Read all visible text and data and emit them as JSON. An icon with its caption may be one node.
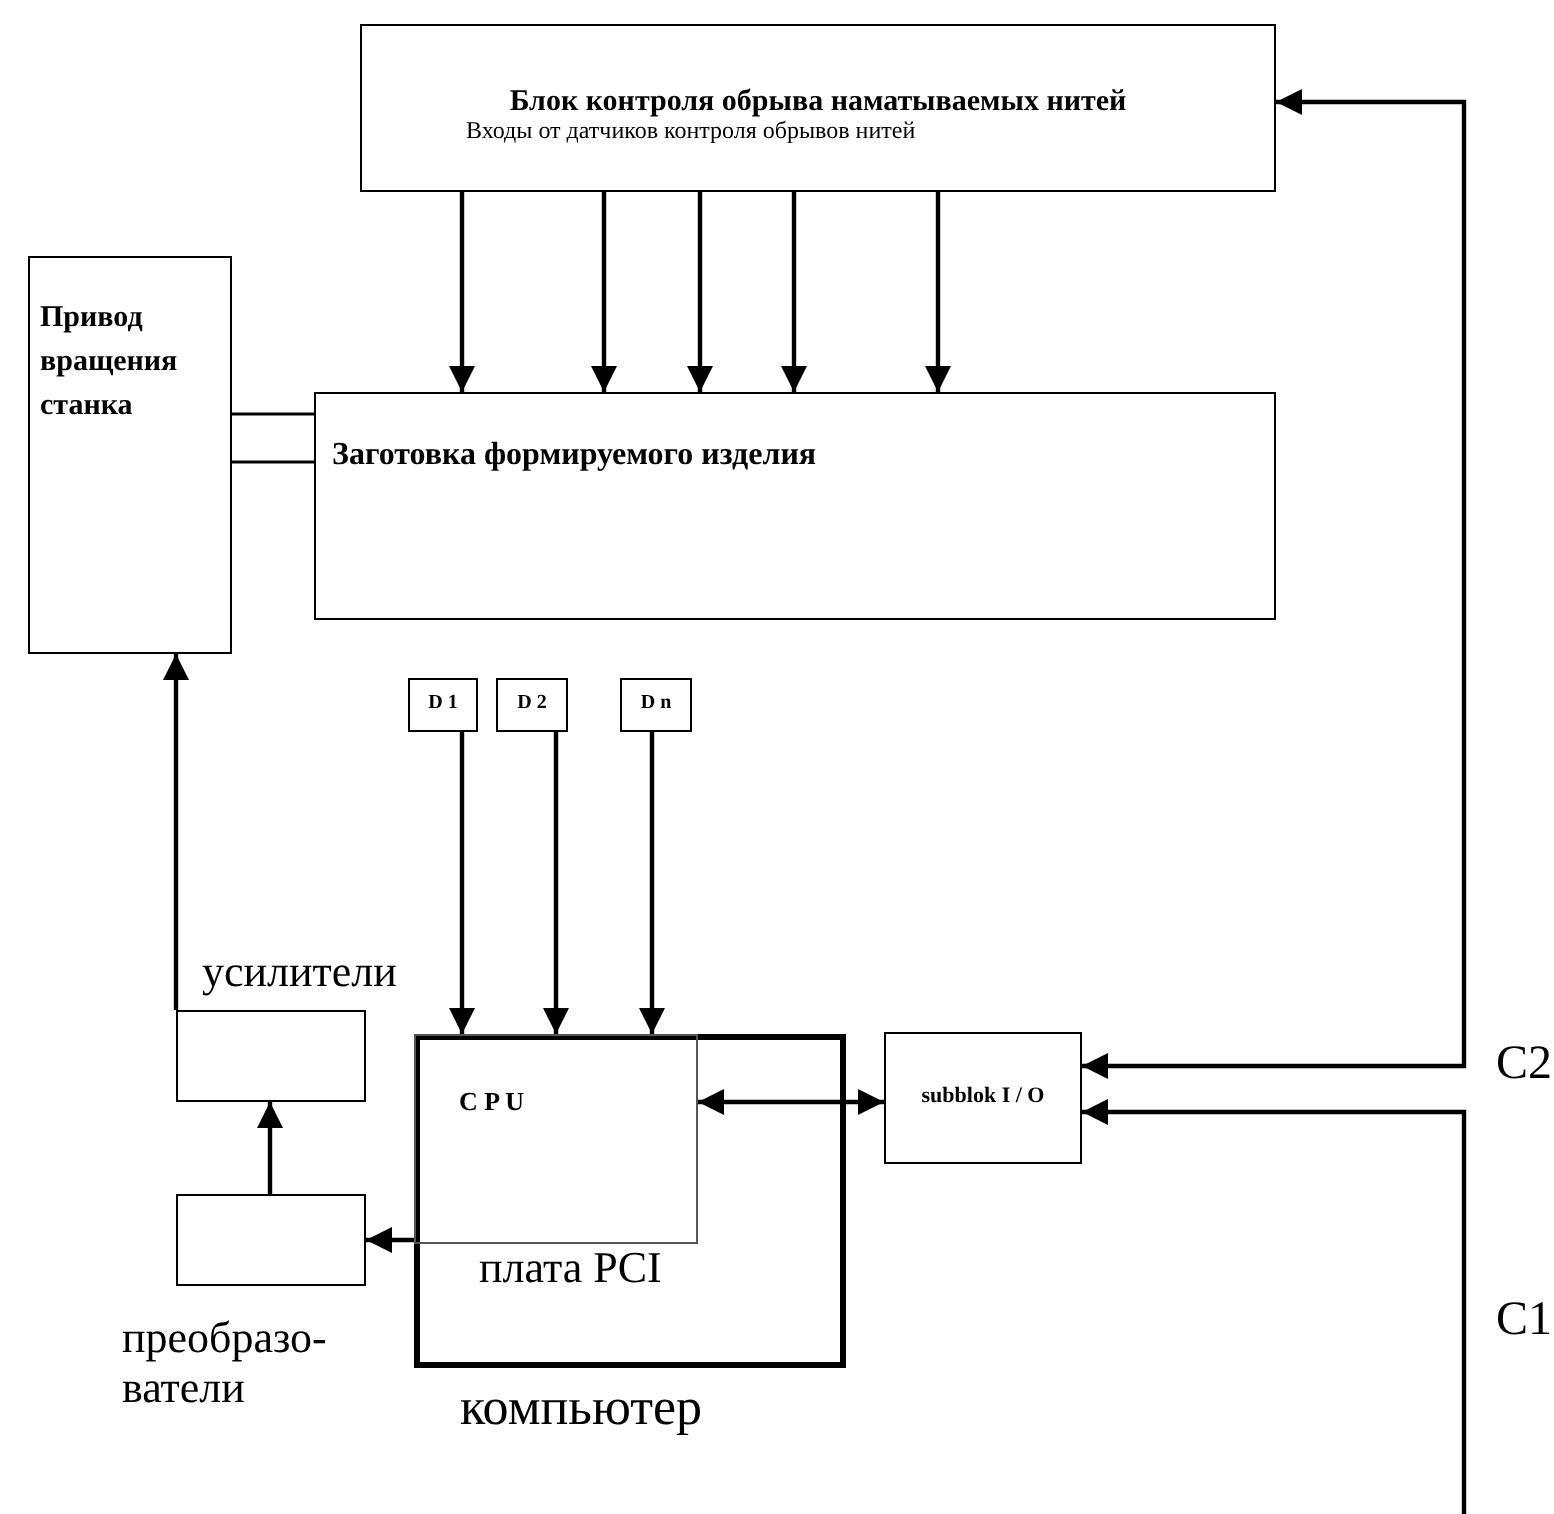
{
  "diagram": {
    "nodes": [
      {
        "text": [
          "Блок контроля обрыва наматываемых нитей",
          "Входы от датчиков контроля обрывов нитей"
        ]
      },
      {
        "text": [
          "Привод вращения станка"
        ]
      },
      {
        "text": [
          "Заготовка формируемого изделия"
        ]
      },
      {
        "text": [
          "D 1"
        ]
      },
      {
        "text": [
          "D 2"
        ]
      },
      {
        "text": [
          "D n"
        ]
      },
      {
        "text": [
          "компьютер"
        ]
      },
      {
        "text": [
          "C P U"
        ],
        "beside": [
          "плата PCI"
        ],
        "in": 6
      },
      {
        "text": [
          "subblok I / O"
        ]
      },
      {
        "text": [
          "усилители"
        ]
      },
      {
        "text": [
          "преобразо- ватели"
        ]
      }
    ],
    "edges": [
      {
        "from": 0,
        "to": 2,
        "arrow": "to"
      },
      {
        "from": 0,
        "to": 2,
        "arrow": "to"
      },
      {
        "from": 0,
        "to": 2,
        "arrow": "to"
      },
      {
        "from": 0,
        "to": 2,
        "arrow": "to"
      },
      {
        "from": 0,
        "to": 2,
        "arrow": "to"
      },
      {
        "from": 1,
        "to": 2,
        "arrow": "none"
      },
      {
        "from": 1,
        "to": 2,
        "arrow": "none"
      },
      {
        "from": 3,
        "to": 7,
        "arrow": "to"
      },
      {
        "from": 4,
        "to": 7,
        "arrow": "to"
      },
      {
        "from": 5,
        "to": 7,
        "arrow": "to"
      },
      {
        "from": 7,
        "to": 8,
        "arrow": "both"
      },
      {
        "from": 7,
        "to": 10,
        "arrow": "to"
      },
      {
        "from": 10,
        "to": 9,
        "arrow": "to"
      },
      {
        "from": 9,
        "to": 1,
        "arrow": "to"
      },
      {
        "from": 0,
        "to": 8,
        "arrow": "both",
        "label": "C2"
      },
      {
        "from": null,
        "to": 8,
        "arrow": "to",
        "label": "C1"
      }
    ]
  }
}
